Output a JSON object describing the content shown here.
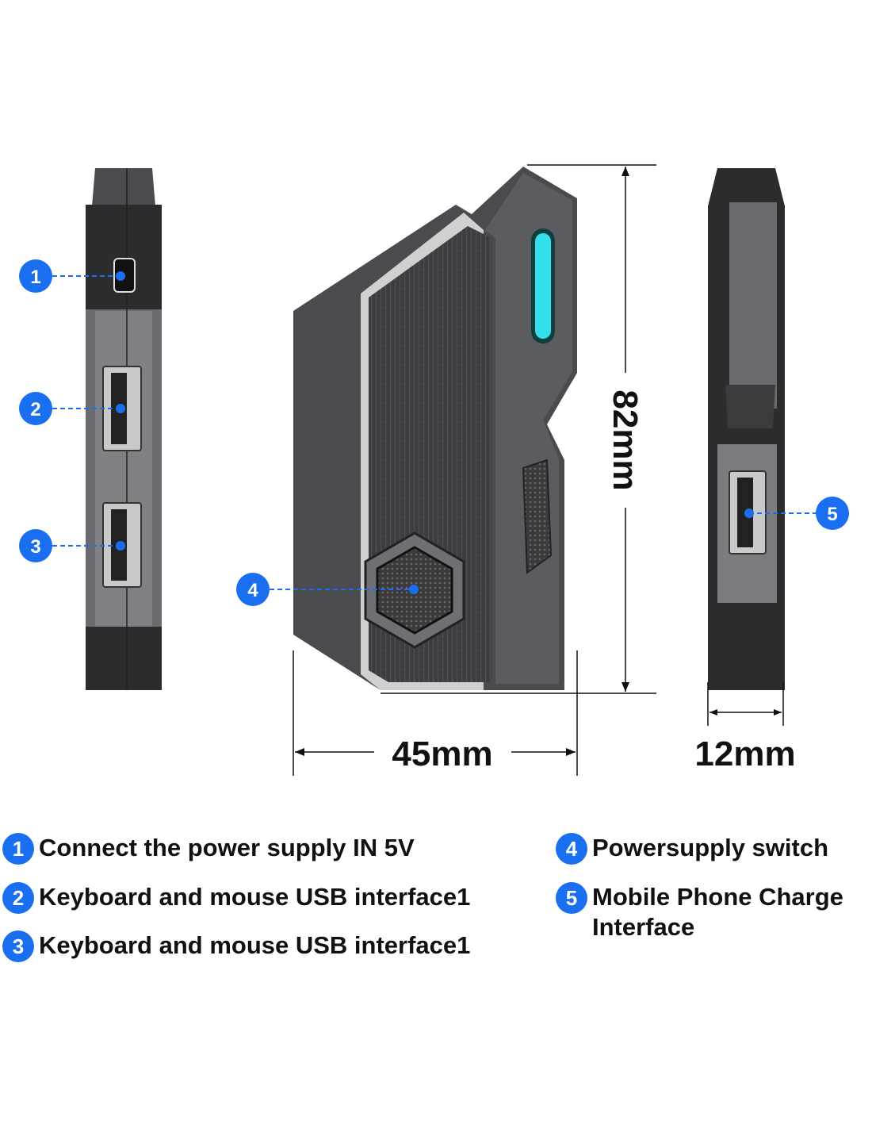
{
  "dimensions": {
    "height": "82mm",
    "width": "45mm",
    "thickness": "12mm"
  },
  "callouts": [
    "1",
    "2",
    "3",
    "4",
    "5"
  ],
  "legend": [
    {
      "num": "1",
      "text": "Connect the power supply IN 5V"
    },
    {
      "num": "2",
      "text": "Keyboard and mouse USB interface1"
    },
    {
      "num": "3",
      "text": "Keyboard and mouse USB interface1"
    },
    {
      "num": "4",
      "text": "Powersupply switch"
    },
    {
      "num": "5",
      "text": "Mobile Phone Charge\nInterface"
    }
  ],
  "colors": {
    "accent": "#1a6ff0",
    "body": "#4a4b4e",
    "led": "#33e0ea"
  }
}
